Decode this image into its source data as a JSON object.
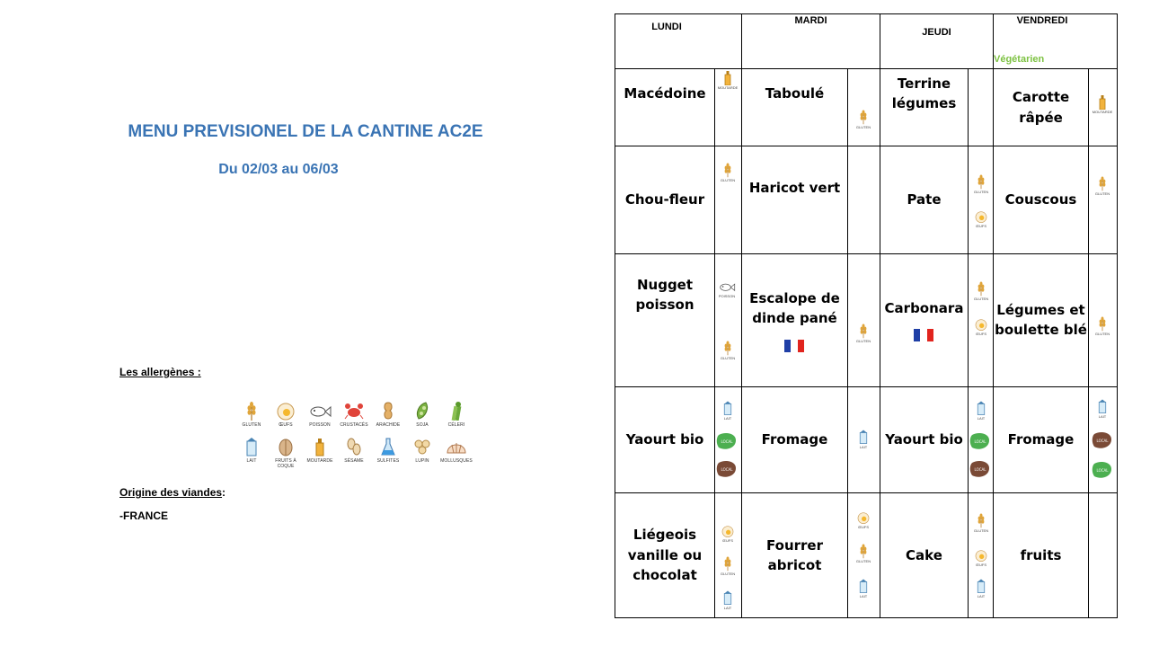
{
  "header": {
    "title": "MENU PREVISIONEL DE LA CANTINE AC2E",
    "dates": "Du 02/03 au 06/03"
  },
  "allergens": {
    "label": "Les allergènes :",
    "items": [
      {
        "name": "GLUTEN",
        "icon": "wheat-icon"
      },
      {
        "name": "ŒUFS",
        "icon": "egg-icon"
      },
      {
        "name": "POISSON",
        "icon": "fish-icon"
      },
      {
        "name": "CRUSTACÉS",
        "icon": "crab-icon"
      },
      {
        "name": "ARACHIDE",
        "icon": "peanut-icon"
      },
      {
        "name": "SOJA",
        "icon": "soy-icon"
      },
      {
        "name": "CÉLERI",
        "icon": "celery-icon"
      },
      {
        "name": "LAIT",
        "icon": "milk-icon"
      },
      {
        "name": "FRUITS À COQUE",
        "icon": "nut-icon"
      },
      {
        "name": "MOUTARDE",
        "icon": "mustard-icon"
      },
      {
        "name": "SÉSAME",
        "icon": "sesame-icon"
      },
      {
        "name": "SULFITES",
        "icon": "flask-icon"
      },
      {
        "name": "LUPIN",
        "icon": "lupin-icon"
      },
      {
        "name": "MOLLUSQUES",
        "icon": "shell-icon"
      }
    ]
  },
  "origin": {
    "label": "Origine des viandes",
    "colon": ":",
    "value": "-FRANCE"
  },
  "menu": {
    "days": [
      "LUNDI",
      "MARDI",
      "JEUDI",
      "VENDREDI"
    ],
    "vegetarian_note": "Végétarien",
    "rows": [
      [
        "Macédoine",
        "Taboulé",
        "Terrine légumes",
        "Carotte râpée"
      ],
      [
        "Chou-fleur",
        "Haricot vert",
        "Pate",
        "Couscous"
      ],
      [
        "Nugget poisson",
        "Escalope de dinde pané",
        "Carbonara",
        "Légumes et boulette blé"
      ],
      [
        "Yaourt bio",
        "Fromage",
        "Yaourt bio",
        "Fromage"
      ],
      [
        "Liégeois vanille ou chocolat",
        "Fourrer abricot",
        "Cake",
        "fruits"
      ]
    ],
    "icon_labels": {
      "gluten": "GLUTEN",
      "oeufs": "ŒUFS",
      "poisson": "POISSON",
      "lait": "LAIT",
      "moutarde": "MOUTARDE",
      "local": "LOCAL"
    }
  },
  "colors": {
    "title": "#3a74b4",
    "vegetarian": "#7dc242",
    "flag_blue": "#1f3fa6",
    "flag_red": "#e1241e"
  }
}
